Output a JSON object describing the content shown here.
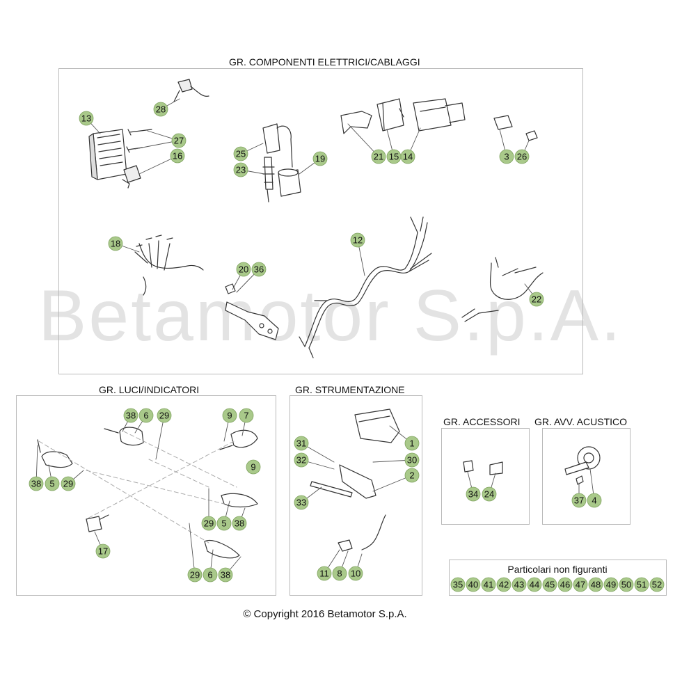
{
  "watermark": "Betamotor S.p.A.",
  "copyright": "© Copyright 2016 Betamotor S.p.A.",
  "groups": {
    "elettrici": {
      "title": "GR. COMPONENTI ELETTRICI/CABLAGGI"
    },
    "luci": {
      "title": "GR. LUCI/INDICATORI"
    },
    "strumentazione": {
      "title": "GR. STRUMENTAZIONE"
    },
    "accessori": {
      "title": "GR. ACCESSORI"
    },
    "acustico": {
      "title": "GR. AVV. ACUSTICO"
    },
    "non_figuranti": {
      "title": "Particolari non figuranti"
    }
  },
  "badge_color": "#a9c98a",
  "badges": {
    "elettrici": [
      "13",
      "27",
      "16",
      "28",
      "25",
      "23",
      "19",
      "21",
      "15",
      "14",
      "3",
      "26",
      "18",
      "20",
      "36",
      "12",
      "22"
    ],
    "luci": [
      "38",
      "6",
      "29",
      "9",
      "7",
      "9",
      "38",
      "5",
      "29",
      "29",
      "5",
      "38",
      "17",
      "29",
      "6",
      "38"
    ],
    "strumentazione": [
      "1",
      "31",
      "32",
      "30",
      "2",
      "33",
      "11",
      "8",
      "10"
    ],
    "accessori": [
      "34",
      "24"
    ],
    "acustico": [
      "37",
      "4"
    ],
    "non_figuranti": [
      "35",
      "40",
      "41",
      "42",
      "43",
      "44",
      "45",
      "46",
      "47",
      "48",
      "49",
      "50",
      "51",
      "52"
    ]
  }
}
